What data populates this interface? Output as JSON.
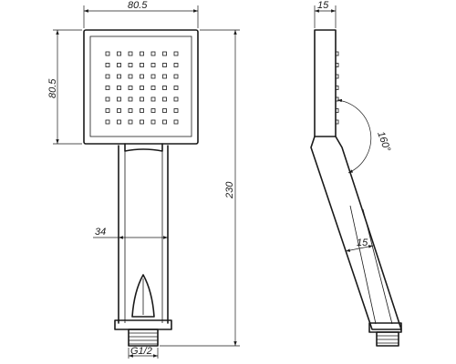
{
  "dimensions": {
    "head_width": "80.5",
    "head_height": "80.5",
    "total_length": "230",
    "handle_width": "34",
    "thread": "G1/2",
    "side_thickness": "15",
    "handle_thickness": "15",
    "angle": "160°"
  }
}
